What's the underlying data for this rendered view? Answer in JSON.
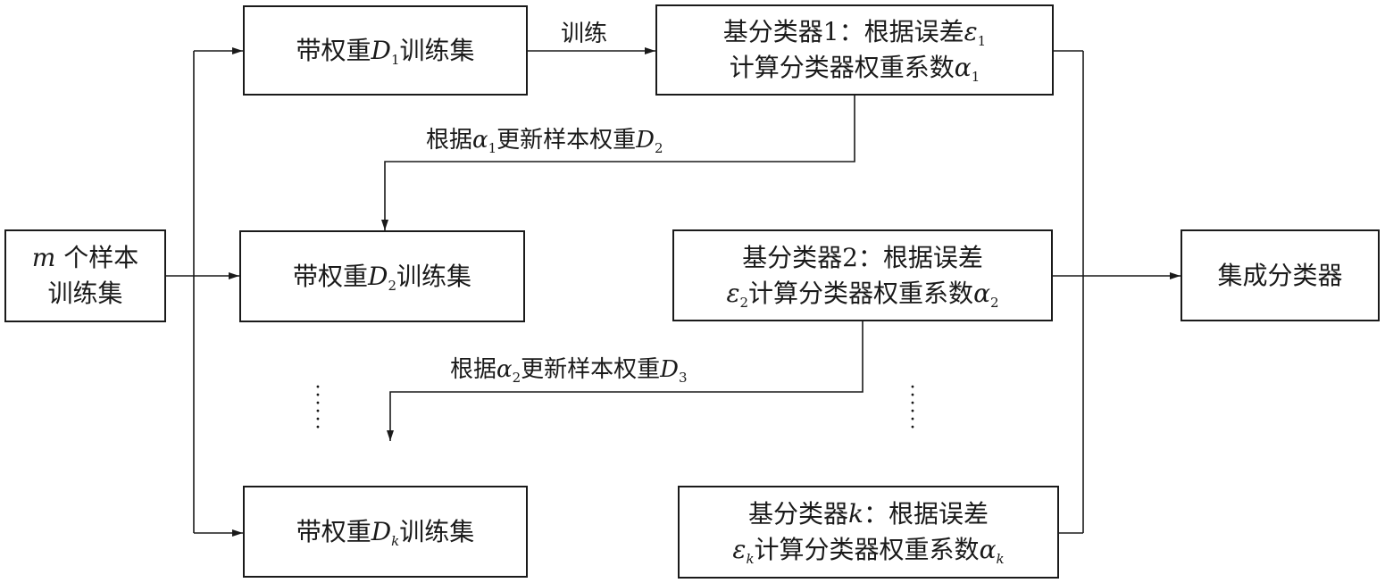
{
  "diagram": {
    "input_box": {
      "line1": "m个样本",
      "line2": "训练集"
    },
    "set_boxes": [
      {
        "prefix": "带权重",
        "var": "D",
        "sub": "1",
        "suffix": "训练集"
      },
      {
        "prefix": "带权重",
        "var": "D",
        "sub": "2",
        "suffix": "训练集"
      },
      {
        "prefix": "带权重",
        "var": "D",
        "sub": "k",
        "suffix": "训练集"
      }
    ],
    "train_label": "训练",
    "classifier_boxes": [
      {
        "line1_prefix": "基分类器1：根据误差",
        "line1_var": "ε",
        "line1_sub": "1",
        "line2_prefix": "计算分类器权重系数",
        "line2_var": "α",
        "line2_sub": "1"
      },
      {
        "line1_prefix": "基分类器2：根据误差",
        "line2_var_lead": "ε",
        "line2_sub_lead": "2",
        "line2_text": "计算分类器权重系数",
        "line2_var": "α",
        "line2_sub": "2"
      },
      {
        "line1_prefix": "基分类器",
        "line1_var": "k",
        "line1_suffix": "：根据误差",
        "line2_var_lead": "ε",
        "line2_sub_lead": "k",
        "line2_text": "计算分类器权重系数",
        "line2_var": "α",
        "line2_sub": "k"
      }
    ],
    "update_labels": [
      {
        "prefix": "根据",
        "alpha": "α",
        "alpha_sub": "1",
        "mid": "更新样本权重",
        "var": "D",
        "var_sub": "2"
      },
      {
        "prefix": "根据",
        "alpha": "α",
        "alpha_sub": "2",
        "mid": "更新样本权重",
        "var": "D",
        "var_sub": "3"
      }
    ],
    "output_box": {
      "label": "集成分类器"
    },
    "ellipsis_glyph": "·"
  }
}
